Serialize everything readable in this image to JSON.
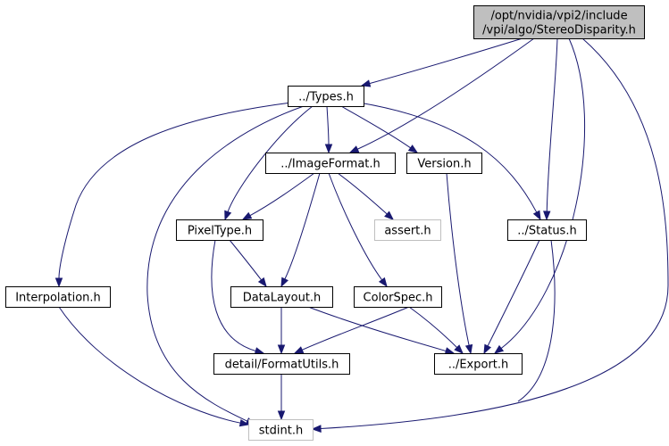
{
  "colors": {
    "edge": "#191970",
    "root_fill": "#bfbfbf",
    "node_fill": "#ffffff",
    "node_border": "#000000",
    "missing_border": "#bfbfbf"
  },
  "graph": {
    "nodes": [
      {
        "id": "root",
        "lines": [
          "/opt/nvidia/vpi2/include",
          "/vpi/algo/StereoDisparity.h"
        ],
        "kind": "root"
      },
      {
        "id": "types",
        "lines": [
          "../Types.h"
        ],
        "kind": "file"
      },
      {
        "id": "imageformat",
        "lines": [
          "../ImageFormat.h"
        ],
        "kind": "file"
      },
      {
        "id": "version",
        "lines": [
          "Version.h"
        ],
        "kind": "file"
      },
      {
        "id": "pixeltype",
        "lines": [
          "PixelType.h"
        ],
        "kind": "file"
      },
      {
        "id": "assert",
        "lines": [
          "assert.h"
        ],
        "kind": "missing"
      },
      {
        "id": "status",
        "lines": [
          "../Status.h"
        ],
        "kind": "file"
      },
      {
        "id": "interpolation",
        "lines": [
          "Interpolation.h"
        ],
        "kind": "file"
      },
      {
        "id": "datalayout",
        "lines": [
          "DataLayout.h"
        ],
        "kind": "file"
      },
      {
        "id": "colorspec",
        "lines": [
          "ColorSpec.h"
        ],
        "kind": "file"
      },
      {
        "id": "formatutils",
        "lines": [
          "detail/FormatUtils.h"
        ],
        "kind": "file"
      },
      {
        "id": "export",
        "lines": [
          "../Export.h"
        ],
        "kind": "file"
      },
      {
        "id": "stdint",
        "lines": [
          "stdint.h"
        ],
        "kind": "missing"
      }
    ],
    "edges": [
      {
        "from": "root",
        "to": "types"
      },
      {
        "from": "root",
        "to": "imageformat"
      },
      {
        "from": "root",
        "to": "status"
      },
      {
        "from": "root",
        "to": "export"
      },
      {
        "from": "root",
        "to": "stdint"
      },
      {
        "from": "types",
        "to": "imageformat"
      },
      {
        "from": "types",
        "to": "version"
      },
      {
        "from": "types",
        "to": "pixeltype"
      },
      {
        "from": "types",
        "to": "status"
      },
      {
        "from": "types",
        "to": "interpolation"
      },
      {
        "from": "types",
        "to": "stdint"
      },
      {
        "from": "imageformat",
        "to": "pixeltype"
      },
      {
        "from": "imageformat",
        "to": "assert"
      },
      {
        "from": "imageformat",
        "to": "datalayout"
      },
      {
        "from": "imageformat",
        "to": "colorspec"
      },
      {
        "from": "version",
        "to": "export"
      },
      {
        "from": "pixeltype",
        "to": "datalayout"
      },
      {
        "from": "pixeltype",
        "to": "formatutils"
      },
      {
        "from": "status",
        "to": "export"
      },
      {
        "from": "status",
        "to": "stdint"
      },
      {
        "from": "interpolation",
        "to": "stdint"
      },
      {
        "from": "datalayout",
        "to": "formatutils"
      },
      {
        "from": "datalayout",
        "to": "export"
      },
      {
        "from": "colorspec",
        "to": "formatutils"
      },
      {
        "from": "colorspec",
        "to": "export"
      },
      {
        "from": "formatutils",
        "to": "stdint"
      }
    ]
  }
}
